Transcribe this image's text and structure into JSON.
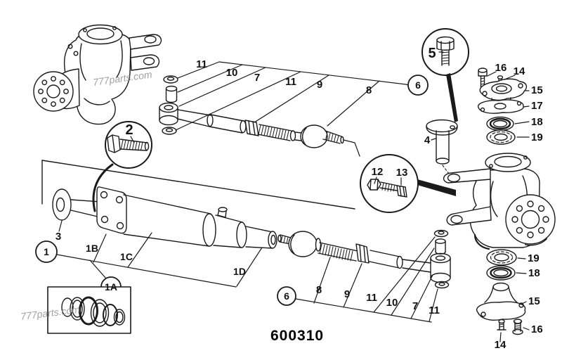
{
  "figure": {
    "drawing_number": "600310",
    "watermark_top": "777parts.com",
    "watermark_bottom": "777parts.com"
  },
  "colors": {
    "line": "#1a1a1a",
    "watermark": "#979797",
    "background": "#ffffff"
  },
  "callouts": {
    "cylinder_ref": "1",
    "seal_kit_ref": "1A",
    "gland_flange": "1B",
    "barrel": "1C",
    "rod": "1D",
    "bolt_detail": "2",
    "washer_disc": "3",
    "king_pin": "4",
    "bolt_upper_detail": "5",
    "track_rod_ref": "6",
    "top_row": [
      "11",
      "10",
      "7",
      "11",
      "9",
      "8"
    ],
    "bottom_row": [
      "8",
      "9",
      "11",
      "10",
      "7",
      "11"
    ],
    "clamp_bolt": "12",
    "clamp_nut": "13",
    "right_top": [
      "16",
      "14",
      "15",
      "17",
      "18",
      "19"
    ],
    "right_bottom": [
      "19",
      "18",
      "15",
      "14",
      "16"
    ]
  }
}
